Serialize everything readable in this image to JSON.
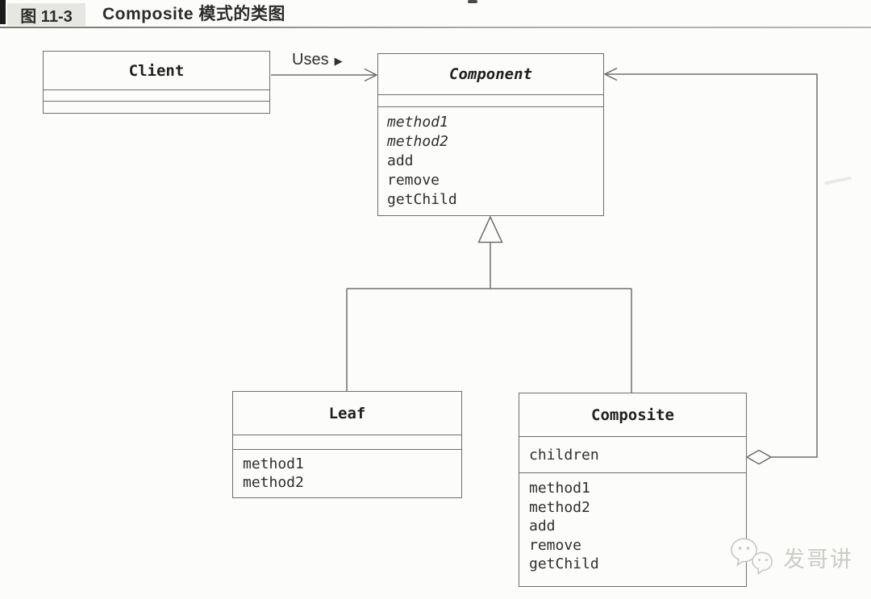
{
  "figure_header": {
    "figure_label": "图 11-3",
    "title": "Composite 模式的类图"
  },
  "diagram": {
    "uses": {
      "label": "Uses",
      "direction_icon": "▶"
    },
    "classes": {
      "client": {
        "name": "Client",
        "attributes": [],
        "methods": []
      },
      "component": {
        "name": "Component",
        "attributes": [],
        "methods": [
          "method1",
          "method2",
          "add",
          "remove",
          "getChild"
        ]
      },
      "leaf": {
        "name": "Leaf",
        "attributes": [],
        "methods": [
          "method1",
          "method2"
        ]
      },
      "composite": {
        "name": "Composite",
        "attributes": [
          "children"
        ],
        "methods": [
          "method1",
          "method2",
          "add",
          "remove",
          "getChild"
        ]
      }
    },
    "relationships": [
      "Client uses Component",
      "Leaf generalizes to Component",
      "Composite generalizes to Component",
      "Composite aggregates Component"
    ]
  },
  "watermark": {
    "text": "发哥讲"
  },
  "colors": {
    "line": "#6e6e6e",
    "text": "#2e2e2e",
    "figure_label_bg": "#e6e6e3",
    "watermark": "#cbcbc7"
  }
}
